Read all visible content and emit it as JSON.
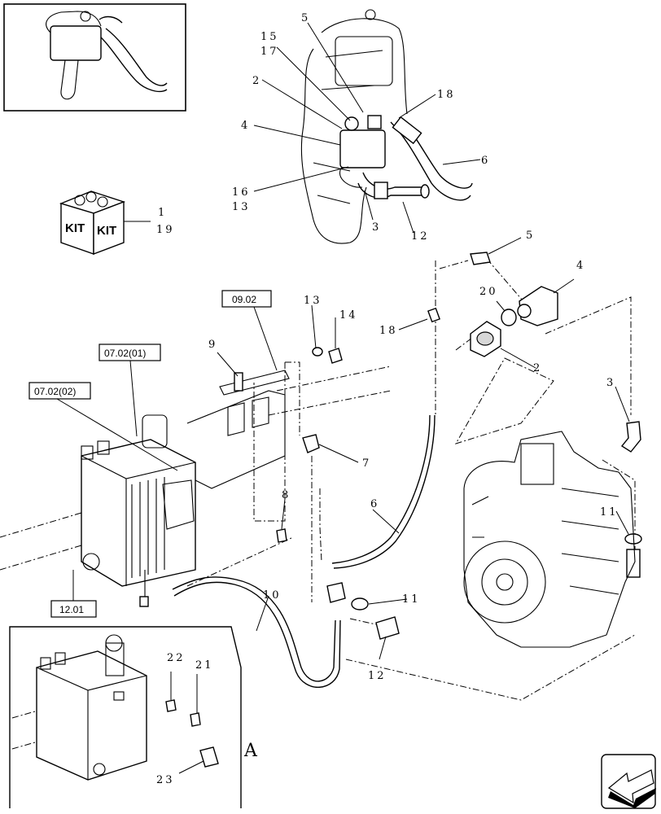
{
  "callouts": {
    "c1": "1",
    "c19": "19",
    "c2_top": "2",
    "c4_top": "4",
    "c5_top": "5",
    "c15": "15",
    "c17": "17",
    "c18_top": "18",
    "c6_top": "6",
    "c16": "16",
    "c13_top": "13",
    "c3_top": "3",
    "c12_top": "12",
    "c5_right": "5",
    "c4_right": "4",
    "c20": "20",
    "c18_mid": "18",
    "c2_right": "2",
    "c3_right": "3",
    "c13_mid": "13",
    "c14": "14",
    "c9": "9",
    "c7": "7",
    "c8": "8",
    "c6_mid": "6",
    "c11_right": "11",
    "c10": "10",
    "c11_mid": "11",
    "c12_mid": "12",
    "c22": "22",
    "c21": "21",
    "c23": "23"
  },
  "reference_boxes": {
    "ref_0902": "09.02",
    "ref_0702_01": "07.02(01)",
    "ref_0702_02": "07.02(02)",
    "ref_1201": "12.01"
  },
  "kit_labels": {
    "left": "KIT",
    "right": "KIT"
  },
  "detail_label": "A"
}
